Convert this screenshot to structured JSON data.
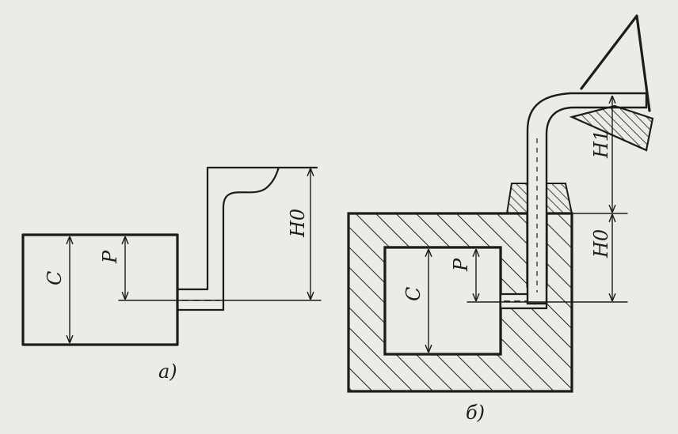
{
  "figure_a": {
    "caption": "a)",
    "label_c": "C",
    "label_p": "P",
    "label_h0": "H0"
  },
  "figure_b": {
    "caption": "б)",
    "label_c": "C",
    "label_p": "P",
    "label_h0": "H0",
    "label_h1": "H1"
  }
}
